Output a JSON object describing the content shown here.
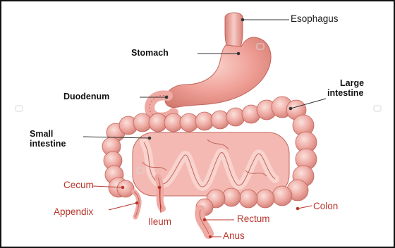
{
  "diagram": {
    "labels": {
      "esophagus": "Esophagus",
      "stomach": "Stomach",
      "large_intestine_line1": "Large",
      "large_intestine_line2": "intestine",
      "duodenum": "Duodenum",
      "small_intestine_line1": "Small",
      "small_intestine_line2": "intestine",
      "cecum": "Cecum",
      "appendix": "Appendix",
      "ileum": "Ileum",
      "colon": "Colon",
      "rectum": "Rectum",
      "anus": "Anus"
    },
    "colors": {
      "organ_fill": "#eeaaa3",
      "organ_light": "#f7cdc7",
      "organ_shade": "#d98077",
      "organ_outline": "#c2655c",
      "stomach_fill": "#ef9f96",
      "leader_line": "#333333",
      "label_red": "#b8342a"
    }
  }
}
